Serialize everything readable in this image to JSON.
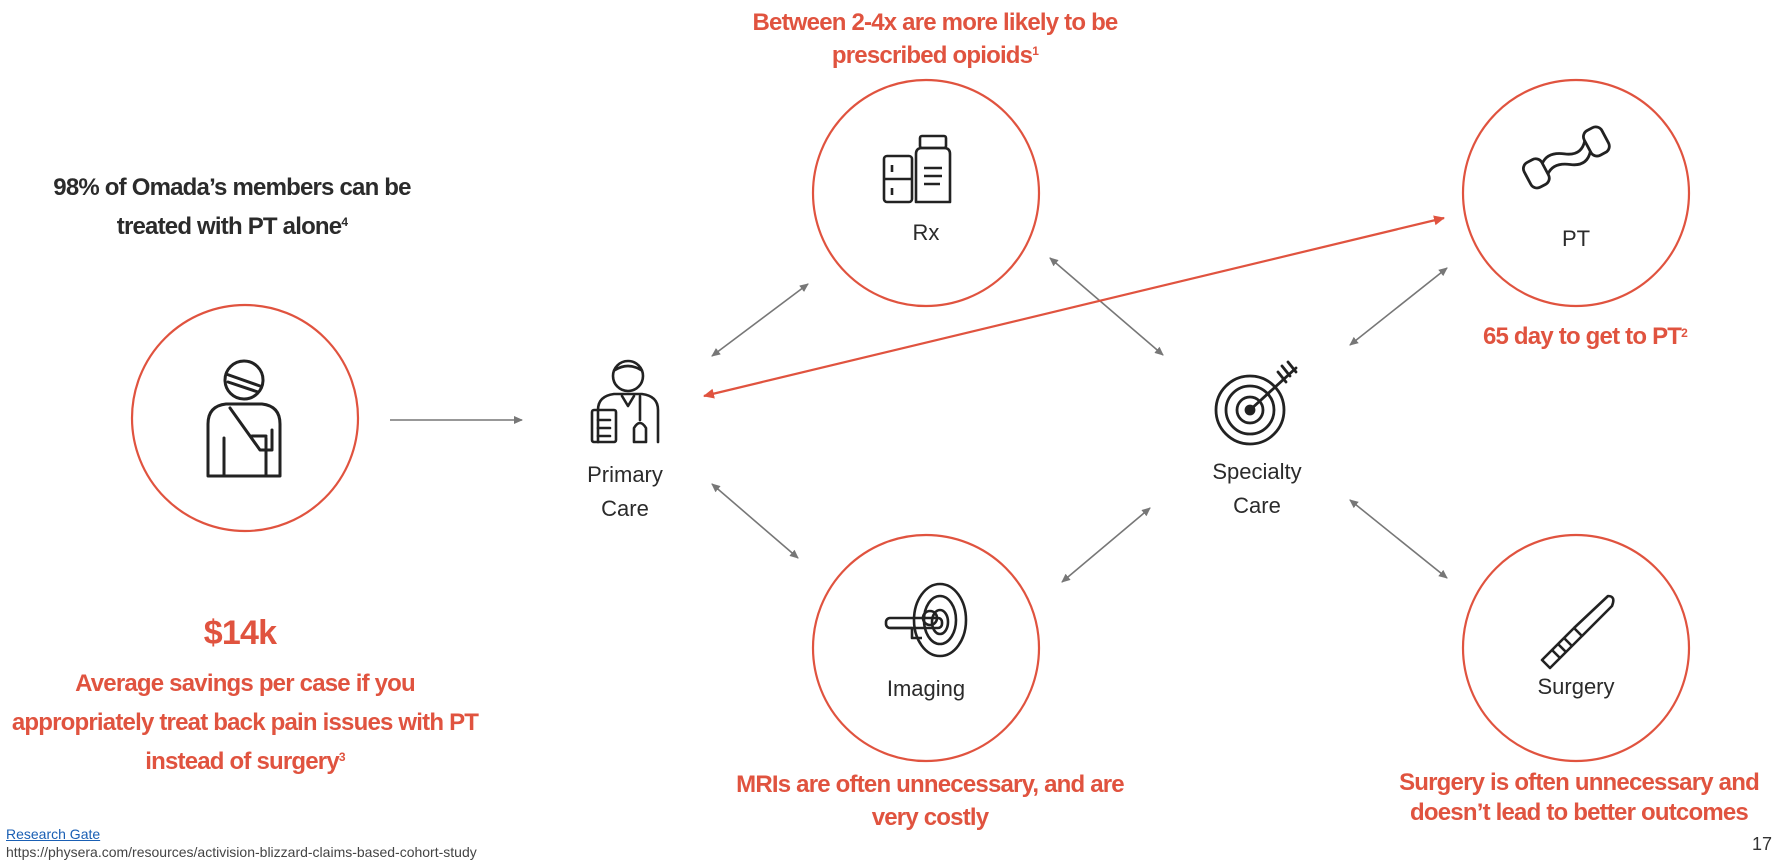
{
  "patient": {
    "note_text": "98% of Omada’s members can be treated with PT alone",
    "note_sup": "4"
  },
  "rx": {
    "label": "Rx",
    "note_text": "Between 2-4x are more likely to be prescribed opioids",
    "note_sup": "1"
  },
  "pt": {
    "label": "PT",
    "note_text": "65 day to get to PT",
    "note_sup": "2"
  },
  "primary": {
    "label_line1": "Primary",
    "label_line2": "Care"
  },
  "specialty": {
    "label_line1": "Specialty",
    "label_line2": "Care"
  },
  "imaging": {
    "label": "Imaging",
    "note_text": "MRIs are often unnecessary, and are very costly"
  },
  "surgery": {
    "label": "Surgery",
    "note_text": "Surgery is often unnecessary and doesn’t lead to better outcomes"
  },
  "savings": {
    "amount": "$14k",
    "text": "Average savings per case if you appropriately treat back pain issues with PT instead of surgery",
    "sup": "3"
  },
  "footer": {
    "link_label": "Research Gate",
    "url_text": "https://physera.com/resources/activision-blizzard-claims-based-cohort-study",
    "page_number": "17"
  },
  "colors": {
    "accent": "#e0533f",
    "arrow_gray": "#777777",
    "text_dark": "#2b2b2b"
  },
  "icons": [
    "injured-patient-icon",
    "doctor-icon",
    "pill-bottle-icon",
    "resistance-band-icon",
    "target-icon",
    "mri-scanner-icon",
    "scalpel-icon"
  ]
}
